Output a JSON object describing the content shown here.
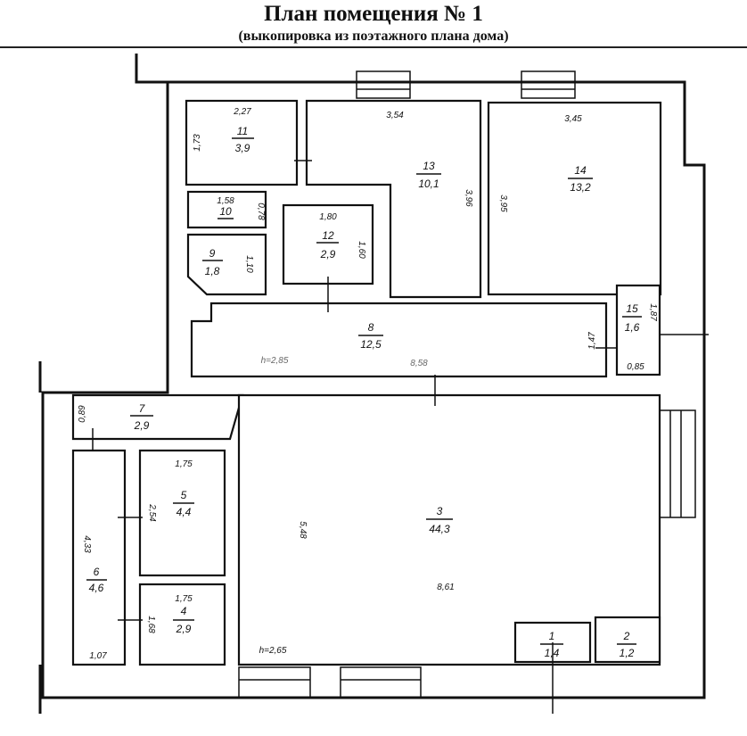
{
  "header": {
    "title": "План помещения № 1",
    "subtitle": "(выкопировка из поэтажного плана дома)"
  },
  "rooms": {
    "r1": {
      "number": "1",
      "area": "1,4"
    },
    "r2": {
      "number": "2",
      "area": "1,2"
    },
    "r3": {
      "number": "3",
      "area": "44,3",
      "dims": [
        "5,48",
        "8,61"
      ],
      "height": "h=2,65"
    },
    "r4": {
      "number": "4",
      "area": "2,9",
      "dims": [
        "1,75",
        "1,68"
      ]
    },
    "r5": {
      "number": "5",
      "area": "4,4",
      "dims": [
        "1,75",
        "2,54"
      ]
    },
    "r6": {
      "number": "6",
      "area": "4,6",
      "dims": [
        "4,33",
        "1,07"
      ]
    },
    "r7": {
      "number": "7",
      "area": "2,9",
      "dims": [
        "0,89"
      ]
    },
    "r8": {
      "number": "8",
      "area": "12,5",
      "dims": [
        "8,58"
      ],
      "height": "h=2,85"
    },
    "r9": {
      "number": "9",
      "area": "1,8",
      "dims": [
        "1,10"
      ]
    },
    "r10": {
      "number": "10",
      "area": "",
      "dims": [
        "1,58",
        "0,78"
      ]
    },
    "r11": {
      "number": "11",
      "area": "3,9",
      "dims": [
        "2,27",
        "1,73"
      ]
    },
    "r12": {
      "number": "12",
      "area": "2,9",
      "dims": [
        "1,80",
        "1,60"
      ]
    },
    "r13": {
      "number": "13",
      "area": "10,1",
      "dims": [
        "3,54",
        "3,96"
      ]
    },
    "r14": {
      "number": "14",
      "area": "13,2",
      "dims": [
        "3,45",
        "3,95"
      ]
    },
    "r15": {
      "number": "15",
      "area": "1,6",
      "dims": [
        "1,87",
        "1,47",
        "0,85"
      ]
    }
  }
}
